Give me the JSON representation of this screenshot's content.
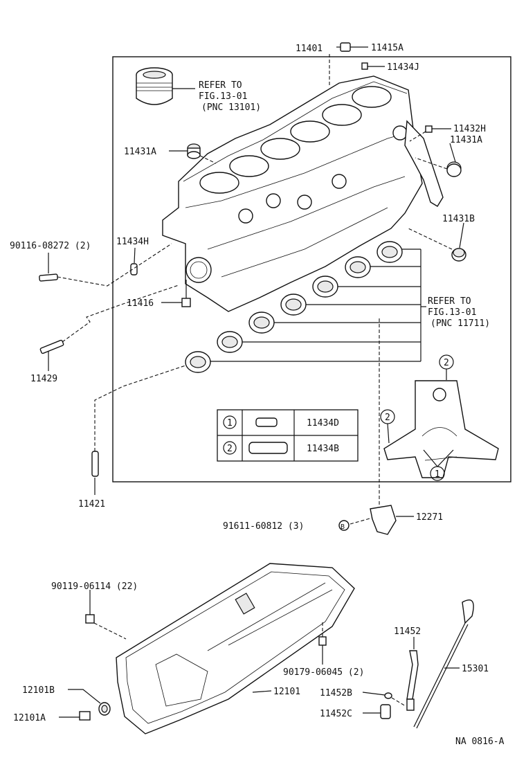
{
  "labels": {
    "p11401": "11401",
    "p11415A": "11415A",
    "p11434J": "11434J",
    "refer_piston_1": "REFER TO",
    "refer_piston_2": "FIG.13-01",
    "refer_piston_3": "(PNC 13101)",
    "p11432H": "11432H",
    "p11431A_right": "11431A",
    "p11431A_left": "11431A",
    "p11431B": "11431B",
    "p90116": "90116-08272 (2)",
    "p11434H": "11434H",
    "p11416": "11416",
    "refer_bearing_1": "REFER TO",
    "refer_bearing_2": "FIG.13-01",
    "refer_bearing_3": "(PNC 11711)",
    "p11429": "11429",
    "p11421": "11421",
    "p91611": "91611-60812 (3)",
    "p12271": "12271",
    "p90119": "90119-06114 (22)",
    "p11452": "11452",
    "p15301": "15301",
    "p90179": "90179-06045 (2)",
    "p12101B": "12101B",
    "p12101": "12101",
    "p11452B": "11452B",
    "p12101A": "12101A",
    "p11452C": "11452C",
    "footer": "NA  0816-A",
    "bolt_marker": "B"
  },
  "legend": {
    "rows": [
      {
        "num": "1",
        "part": "11434D"
      },
      {
        "num": "2",
        "part": "11434B"
      }
    ]
  },
  "callouts": {
    "c2_top": "2",
    "c2_left": "2",
    "c1_bottom": "1"
  }
}
